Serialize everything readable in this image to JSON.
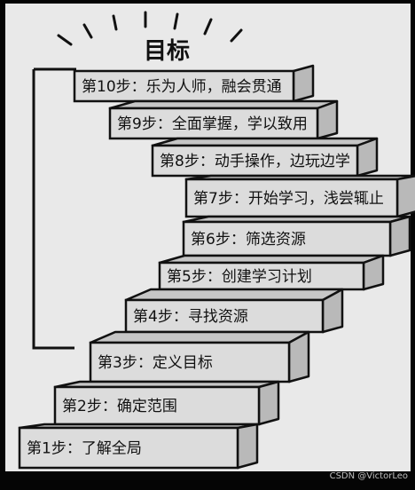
{
  "goal": "目标",
  "steps": [
    {
      "label": "第1步：了解全局"
    },
    {
      "label": "第2步：确定范围"
    },
    {
      "label": "第3步：定义目标"
    },
    {
      "label": "第4步：寻找资源"
    },
    {
      "label": "第5步：创建学习计划"
    },
    {
      "label": "第6步：筛选资源"
    },
    {
      "label": "第7步：开始学习，浅尝辄止"
    },
    {
      "label": "第8步：动手操作，边玩边学"
    },
    {
      "label": "第9步：全面掌握，学以致用"
    },
    {
      "label": "第10步：乐为人师，融会贯通"
    }
  ],
  "watermark": "CSDN @VictorLeo",
  "colors": {
    "background": "#050505",
    "page": "#e9e9e9",
    "riser": "#dcdcdc",
    "tread": "#c6c6c6",
    "ink": "#111111"
  }
}
